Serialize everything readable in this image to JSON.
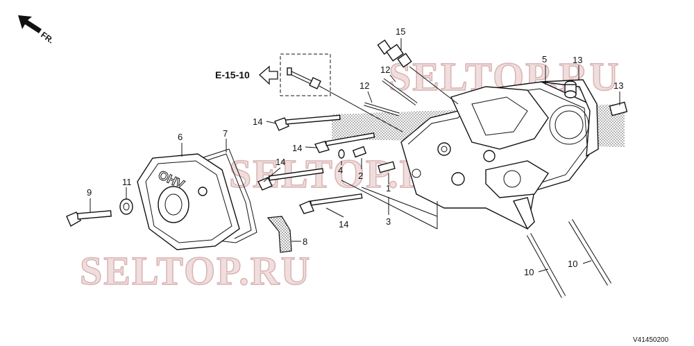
{
  "orientation_label": "FR.",
  "reference_label": "E-15-10",
  "diagram_code": "V41450200",
  "watermark": "SELTOP.RU",
  "callouts": [
    "1",
    "2",
    "3",
    "4",
    "5",
    "6",
    "7",
    "8",
    "9",
    "10",
    "10",
    "11",
    "12",
    "12",
    "13",
    "13",
    "14",
    "14",
    "14",
    "14",
    "15"
  ]
}
